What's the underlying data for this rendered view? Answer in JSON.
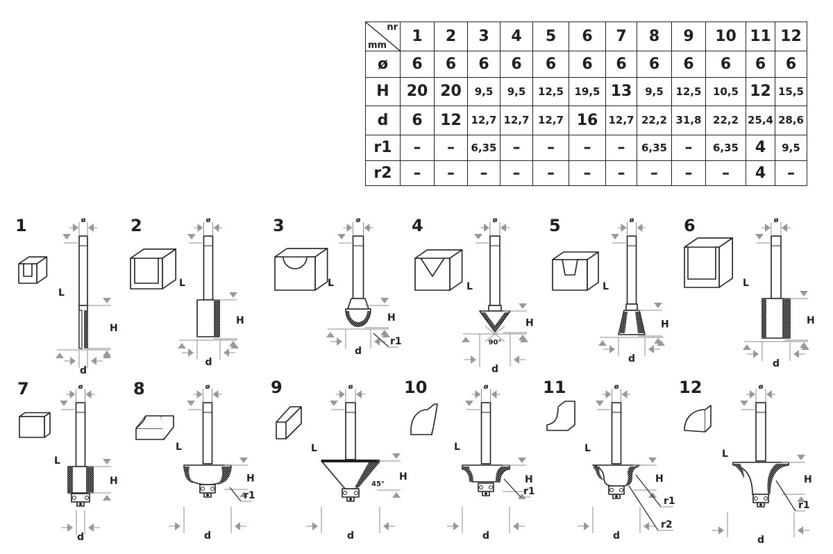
{
  "table": {
    "header_nr": "nr",
    "header_mm": "mm",
    "columns": [
      "1",
      "2",
      "3",
      "4",
      "5",
      "6",
      "7",
      "8",
      "9",
      "10",
      "11",
      "12"
    ],
    "rows": [
      {
        "label": "ø",
        "values": [
          "6",
          "6",
          "6",
          "6",
          "6",
          "6",
          "6",
          "6",
          "6",
          "6",
          "6",
          "6"
        ]
      },
      {
        "label": "H",
        "values": [
          "20",
          "20",
          "9,5",
          "9,5",
          "12,5",
          "19,5",
          "13",
          "9,5",
          "12,5",
          "10,5",
          "12",
          "15,5"
        ]
      },
      {
        "label": "d",
        "values": [
          "6",
          "12",
          "12,7",
          "12,7",
          "12,7",
          "16",
          "12,7",
          "22,2",
          "31,8",
          "22,2",
          "25,4",
          "28,6"
        ]
      },
      {
        "label": "r1",
        "values": [
          "–",
          "–",
          "6,35",
          "–",
          "–",
          "–",
          "–",
          "6,35",
          "–",
          "6,35",
          "4",
          "9,5"
        ]
      },
      {
        "label": "r2",
        "values": [
          "–",
          "–",
          "–",
          "–",
          "–",
          "–",
          "–",
          "–",
          "–",
          "–",
          "4",
          "–"
        ]
      }
    ]
  },
  "figures": [
    {
      "number": "1",
      "labels": {
        "shank": "ø",
        "length": "L",
        "height": "H",
        "diameter": "d"
      }
    },
    {
      "number": "2",
      "labels": {
        "shank": "ø",
        "length": "L",
        "height": "H",
        "diameter": "d"
      }
    },
    {
      "number": "3",
      "labels": {
        "shank": "ø",
        "length": "L",
        "height": "H",
        "diameter": "d",
        "radius1": "r1"
      }
    },
    {
      "number": "4",
      "labels": {
        "shank": "ø",
        "length": "L",
        "height": "H",
        "diameter": "d",
        "angle": "90°"
      }
    },
    {
      "number": "5",
      "labels": {
        "shank": "ø",
        "length": "L",
        "height": "H",
        "diameter": "d"
      }
    },
    {
      "number": "6",
      "labels": {
        "shank": "ø",
        "length": "L",
        "height": "H",
        "diameter": "d"
      }
    },
    {
      "number": "7",
      "labels": {
        "shank": "ø",
        "length": "L",
        "height": "H",
        "diameter": "d"
      }
    },
    {
      "number": "8",
      "labels": {
        "shank": "ø",
        "length": "L",
        "height": "H",
        "diameter": "d",
        "radius1": "r1"
      }
    },
    {
      "number": "9",
      "labels": {
        "shank": "ø",
        "length": "L",
        "height": "H",
        "diameter": "d",
        "angle": "45°"
      }
    },
    {
      "number": "10",
      "labels": {
        "shank": "ø",
        "length": "L",
        "height": "H",
        "diameter": "d",
        "radius1": "r1"
      }
    },
    {
      "number": "11",
      "labels": {
        "shank": "ø",
        "length": "L",
        "height": "H",
        "diameter": "d",
        "radius1": "r1",
        "radius2": "r2"
      }
    },
    {
      "number": "12",
      "labels": {
        "shank": "ø",
        "length": "L",
        "height": "H",
        "diameter": "d",
        "radius1": "r1"
      }
    }
  ]
}
